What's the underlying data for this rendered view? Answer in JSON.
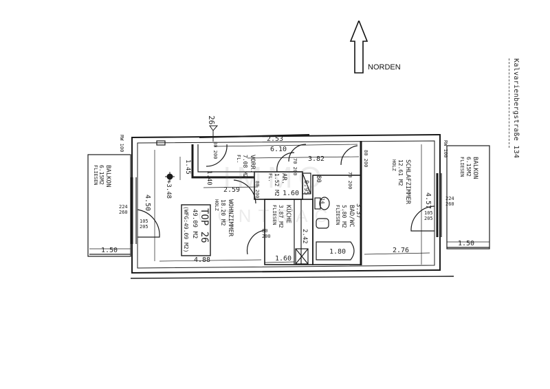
{
  "north_arrow": {
    "label": "NORDEN"
  },
  "street_label": "Kalvarienbergstraße 134",
  "unit": {
    "name": "TOP 26",
    "area": "49.09 M2",
    "area_wfg": "(WFG:49.09 M2)",
    "level_marker": "26",
    "floor_height": "+3.48"
  },
  "rooms": [
    {
      "id": "balkon-west",
      "name": "BALKON",
      "area": "6.15M2",
      "floor": "FLIESEN"
    },
    {
      "id": "wohnzimmer",
      "name": "WOHNZIMMER",
      "area": "18.20 M2",
      "floor": "HOLZ"
    },
    {
      "id": "vorraum",
      "name": "VORR.",
      "area": "7.08 M2",
      "floor": "FL."
    },
    {
      "id": "abstellraum",
      "name": "AR.",
      "area": "1.52 M2",
      "floor": "FL."
    },
    {
      "id": "kueche",
      "name": "KÜCHE",
      "area": "3.87 M2",
      "floor": "FLIESEN"
    },
    {
      "id": "bad-wc",
      "name": "BAD/WC",
      "area": "5.80 M2",
      "floor": "FLIESEN"
    },
    {
      "id": "schlafzimmer",
      "name": "SCHLAFZIMMER",
      "area": "12.61 M2",
      "floor": "HOLZ"
    },
    {
      "id": "balkon-east",
      "name": "BALKON",
      "area": "6.15M2",
      "floor": "FLIESEN"
    }
  ],
  "dimensions": {
    "top_253": "2.53",
    "top_610": "6.10",
    "vorr_382": "3.82",
    "wohn_259": "2.59",
    "ar_160": "1.60",
    "ar_95": "0.95",
    "bath_180": "1.80",
    "kueche_160": "1.60",
    "kueche_242": "2.42",
    "bad_337": "3.37",
    "schlaf_276": "2.76",
    "schlaf_457": "4.57",
    "wohn_450": "4.50",
    "wohn_488": "4.88",
    "wohn_145": "1.45",
    "balkon_w_150": "1.50",
    "balkon_e_150": "1.50",
    "vorr_140": "1.40",
    "ar_80": "80",
    "small_14": "14",
    "rw_100": "RW 100"
  },
  "openings": {
    "window_w": {
      "w": "224",
      "h": "260"
    },
    "door_w": {
      "w": "105",
      "h": "205"
    },
    "window_e": {
      "w": "224",
      "h": "260"
    },
    "door_e": {
      "w": "105",
      "h": "205"
    },
    "door_entry": {
      "w": "80",
      "h": "200"
    },
    "door_vorr": {
      "w": "80",
      "h": "200"
    },
    "door_kueche": {
      "w": "80",
      "h": "200"
    },
    "door_ar": {
      "w": "70",
      "h": "200"
    },
    "door_bad": {
      "w": "70",
      "h": "200"
    },
    "door_schlaf": {
      "w": "80",
      "h": "200"
    }
  },
  "watermark": {
    "line1": "IMMO",
    "line2": "CONTRACT"
  }
}
